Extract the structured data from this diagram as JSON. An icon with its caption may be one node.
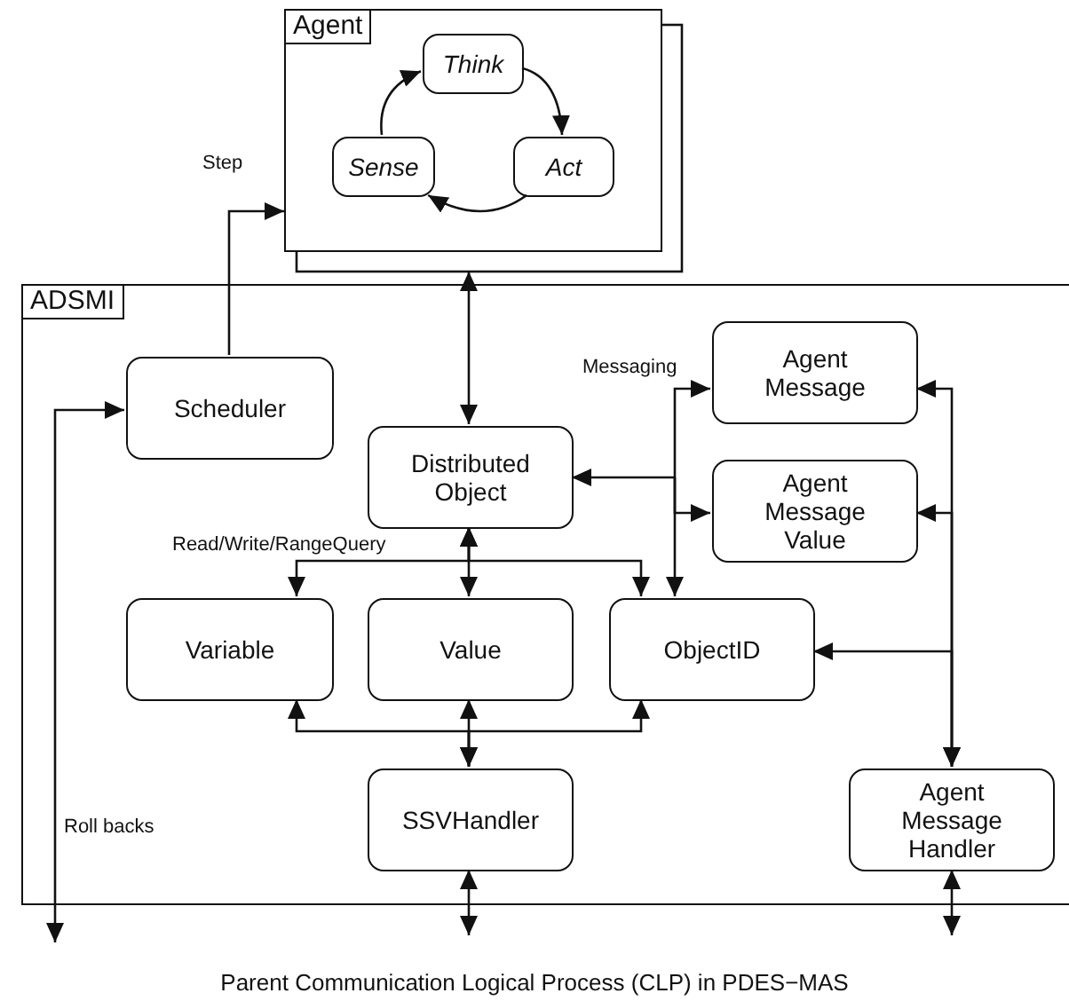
{
  "diagram": {
    "caption": "Parent Communication Logical Process (CLP) in PDES−MAS",
    "nodes": [
      {
        "text": [
          "Agent"
        ]
      },
      {
        "text": [
          "Think"
        ],
        "in": 0
      },
      {
        "text": [
          "Sense"
        ],
        "in": 0
      },
      {
        "text": [
          "Act"
        ],
        "in": 0
      },
      {
        "text": [
          "ADSMI"
        ]
      },
      {
        "text": [
          "Scheduler"
        ],
        "in": 4
      },
      {
        "text": [
          "Distributed Object"
        ],
        "in": 4
      },
      {
        "text": [
          "Agent Message"
        ],
        "in": 4
      },
      {
        "text": [
          "Agent Message Value"
        ],
        "in": 4
      },
      {
        "text": [
          "Variable"
        ],
        "in": 4
      },
      {
        "text": [
          "Value"
        ],
        "in": 4
      },
      {
        "text": [
          "ObjectID"
        ],
        "in": 4
      },
      {
        "text": [
          "SSVHandler"
        ],
        "in": 4
      },
      {
        "text": [
          "Agent Message Handler"
        ],
        "in": 4
      }
    ],
    "edges": [
      {
        "from": 1,
        "to": 3,
        "arrow": "to"
      },
      {
        "from": 3,
        "to": 2,
        "arrow": "to"
      },
      {
        "from": 2,
        "to": 1,
        "arrow": "to"
      },
      {
        "from": 5,
        "to": 0,
        "arrow": "to",
        "label": "Step"
      },
      {
        "from": 0,
        "to": 6,
        "arrow": "both"
      },
      {
        "from": 6,
        "to": 9,
        "arrow": "both",
        "label": "Read/Write/RangeQuery"
      },
      {
        "from": 6,
        "to": 10,
        "arrow": "both"
      },
      {
        "from": 6,
        "to": 11,
        "arrow": "both"
      },
      {
        "from": null,
        "to": 7,
        "arrow": "to",
        "label": "Messaging"
      },
      {
        "from": null,
        "to": 6,
        "arrow": "to"
      },
      {
        "from": null,
        "to": 8,
        "arrow": "to"
      },
      {
        "from": null,
        "to": 11,
        "arrow": "to"
      },
      {
        "from": 13,
        "to": 7,
        "arrow": "both"
      },
      {
        "from": 13,
        "to": 8,
        "arrow": "both"
      },
      {
        "from": 13,
        "to": 11,
        "arrow": "both"
      },
      {
        "from": 12,
        "to": 9,
        "arrow": "both"
      },
      {
        "from": 12,
        "to": 10,
        "arrow": "both"
      },
      {
        "from": 12,
        "to": 11,
        "arrow": "both"
      },
      {
        "from": 12,
        "to": null,
        "arrow": "both"
      },
      {
        "from": 13,
        "to": null,
        "arrow": "both"
      },
      {
        "from": 5,
        "to": null,
        "arrow": "both",
        "label": "Roll backs"
      }
    ]
  }
}
